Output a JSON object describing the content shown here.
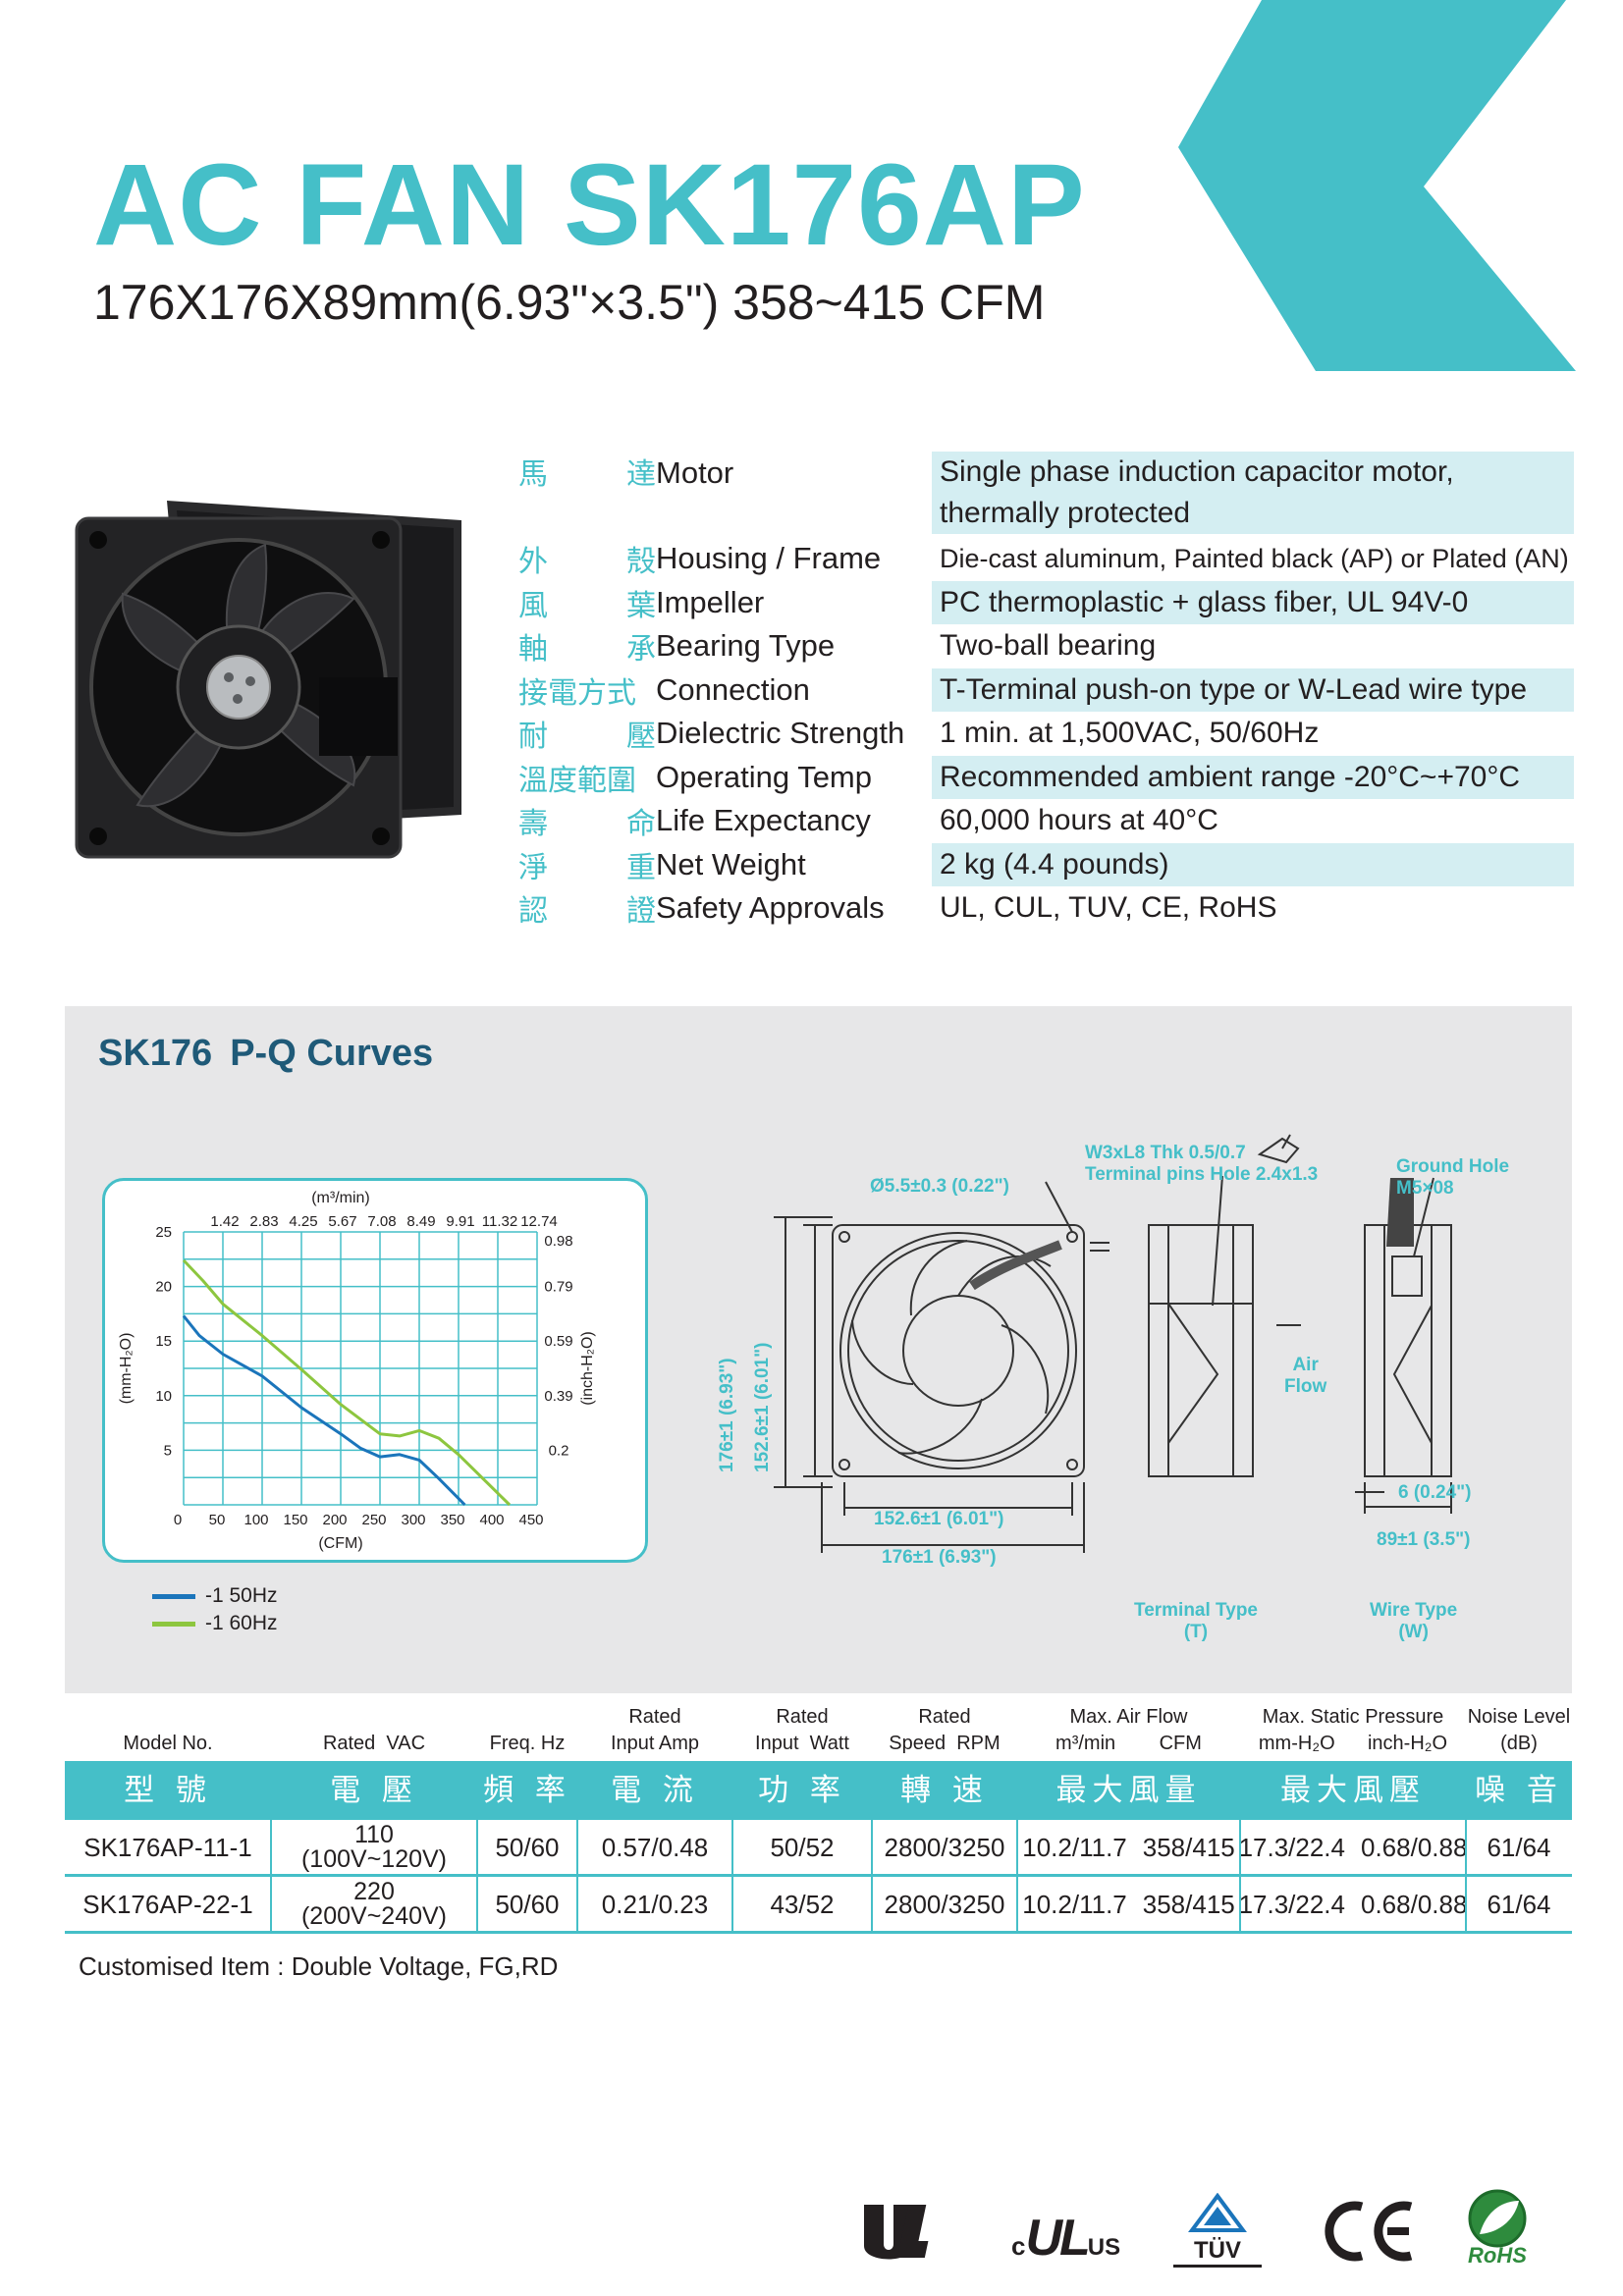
{
  "header": {
    "title": "AC FAN SK176AP",
    "subtitle": "176X176X89mm(6.93\"×3.5\")  358~415 CFM",
    "accent_color": "#45bfc8"
  },
  "specs": [
    {
      "cn": [
        "馬",
        "達"
      ],
      "en": "Motor",
      "value_lines": [
        "Single phase induction capacitor motor,",
        "thermally protected"
      ],
      "highlight": true
    },
    {
      "cn": [
        "外",
        "殼"
      ],
      "en": "Housing / Frame",
      "value_lines": [
        "Die-cast aluminum, Painted black (AP) or Plated (AN)"
      ],
      "highlight": false
    },
    {
      "cn": [
        "風",
        "葉"
      ],
      "en": "Impeller",
      "value_lines": [
        "PC thermoplastic + glass fiber, UL 94V-0"
      ],
      "highlight": true
    },
    {
      "cn": [
        "軸",
        "承"
      ],
      "en": "Bearing Type",
      "value_lines": [
        "Two-ball bearing"
      ],
      "highlight": false
    },
    {
      "cn": [
        "接電方式"
      ],
      "en": "Connection",
      "value_lines": [
        "T-Terminal push-on type or W-Lead wire type"
      ],
      "highlight": true
    },
    {
      "cn": [
        "耐",
        "壓"
      ],
      "en": "Dielectric Strength",
      "value_lines": [
        "1 min. at 1,500VAC, 50/60Hz"
      ],
      "highlight": false
    },
    {
      "cn": [
        "溫度範圍"
      ],
      "en": "Operating Temp",
      "value_lines": [
        "Recommended ambient range  -20°C~+70°C"
      ],
      "highlight": true
    },
    {
      "cn": [
        "壽",
        "命"
      ],
      "en": "Life Expectancy",
      "value_lines": [
        "60,000 hours at 40°C"
      ],
      "highlight": false
    },
    {
      "cn": [
        "淨",
        "重"
      ],
      "en": "Net Weight",
      "value_lines": [
        "2 kg (4.4 pounds)"
      ],
      "highlight": true
    },
    {
      "cn": [
        "認",
        "證"
      ],
      "en": "Safety Approvals",
      "value_lines": [
        "UL, CUL, TUV, CE, RoHS"
      ],
      "highlight": false
    }
  ],
  "pq_section": {
    "model": "SK176",
    "title": "P-Q Curves"
  },
  "chart_data": {
    "type": "line",
    "title": "",
    "xlabel": "(CFM)",
    "x2label": "(m³/min)",
    "ylabel_left": "(mm-H₂O)",
    "ylabel_right": "(inch-H₂O)",
    "xlim": [
      0,
      450
    ],
    "ylim": [
      0,
      25
    ],
    "x_ticks": [
      "0",
      "50",
      "100",
      "150",
      "200",
      "250",
      "300",
      "350",
      "400",
      "450"
    ],
    "x2_ticks": [
      "1.42",
      "2.83",
      "4.25",
      "5.67",
      "7.08",
      "8.49",
      "9.91",
      "11.32",
      "12.74"
    ],
    "y_ticks": [
      "5",
      "10",
      "15",
      "20",
      "25"
    ],
    "y2_ticks": [
      "0.2",
      "0.39",
      "0.59",
      "0.79",
      "0.98"
    ],
    "grid": true,
    "series": [
      {
        "name": "-1 50Hz",
        "color": "#1b75bb",
        "x": [
          0,
          20,
          50,
          100,
          150,
          200,
          225,
          250,
          275,
          300,
          325,
          358
        ],
        "y": [
          17.3,
          15.5,
          13.8,
          11.8,
          8.9,
          6.5,
          5.2,
          4.4,
          4.6,
          4.1,
          2.4,
          0
        ]
      },
      {
        "name": "-1 60Hz",
        "color": "#8dc63f",
        "x": [
          0,
          25,
          50,
          100,
          150,
          200,
          250,
          275,
          300,
          325,
          350,
          415
        ],
        "y": [
          22.4,
          20.5,
          18.4,
          15.5,
          12.4,
          9.2,
          6.5,
          6.3,
          6.8,
          6.1,
          4.6,
          0
        ]
      }
    ]
  },
  "drawings": {
    "hole_label": "Ø5.5±0.3 (0.22\")",
    "terminal_label_1": "W3xL8 Thk 0.5/0.7",
    "terminal_label_2": "Terminal pins Hole 2.4x1.3",
    "ground_label_1": "Ground Hole",
    "ground_label_2": "M5×08",
    "dim_outer_v": "176±1 (6.93\")",
    "dim_inner_v": "152.6±1 (6.01\")",
    "dim_inner_h": "152.6±1 (6.01\")",
    "dim_outer_h": "176±1 (6.93\")",
    "airflow_1": "Air",
    "airflow_2": "Flow",
    "dim_flange": "6 (0.24\")",
    "dim_depth": "89±1 (3.5\")",
    "terminal_type_1": "Terminal Type",
    "terminal_type_2": "(T)",
    "wire_type_1": "Wire Type",
    "wire_type_2": "(W)"
  },
  "table": {
    "headers": [
      {
        "lines": [
          "Model No."
        ]
      },
      {
        "lines": [
          "Rated  VAC"
        ]
      },
      {
        "lines": [
          "Freq. Hz"
        ]
      },
      {
        "lines": [
          "Rated",
          "Input Amp"
        ]
      },
      {
        "lines": [
          "Rated",
          "Input  Watt"
        ]
      },
      {
        "lines": [
          "Rated",
          "Speed  RPM"
        ]
      },
      {
        "lines": [
          "Max. Air Flow",
          "m³/min        CFM"
        ]
      },
      {
        "lines": [
          "Max. Static Pressure",
          "mm-H₂O      inch-H₂O"
        ]
      },
      {
        "lines": [
          "Noise Level",
          "(dB)"
        ]
      }
    ],
    "cn_headers": [
      "型 號",
      "電 壓",
      "頻 率",
      "電 流",
      "功 率",
      "轉 速",
      "最大風量",
      "最大風壓",
      "噪 音"
    ],
    "rows": [
      {
        "model": "SK176AP-11-1",
        "vac": "110",
        "vac_range": "(100V~120V)",
        "freq": "50/60",
        "amp": "0.57/0.48",
        "watt": "50/52",
        "rpm": "2800/3250",
        "flow_m3": "10.2/11.7",
        "flow_cfm": "358/415",
        "p_mm": "17.3/22.4",
        "p_in": "0.68/0.88",
        "noise": "61/64"
      },
      {
        "model": "SK176AP-22-1",
        "vac": "220",
        "vac_range": "(200V~240V)",
        "freq": "50/60",
        "amp": "0.21/0.23",
        "watt": "43/52",
        "rpm": "2800/3250",
        "flow_m3": "10.2/11.7",
        "flow_cfm": "358/415",
        "p_mm": "17.3/22.4",
        "p_in": "0.68/0.88",
        "noise": "61/64"
      }
    ],
    "border_color": "#45bfc8"
  },
  "note": "Customised Item : Double Voltage, FG,RD",
  "logos": {
    "ul": "UL",
    "cul_c": "c",
    "cul_ul": "UL",
    "cul_us": "US",
    "tuv": "TÜV",
    "ce": "CE",
    "rohs": "RoHS"
  }
}
